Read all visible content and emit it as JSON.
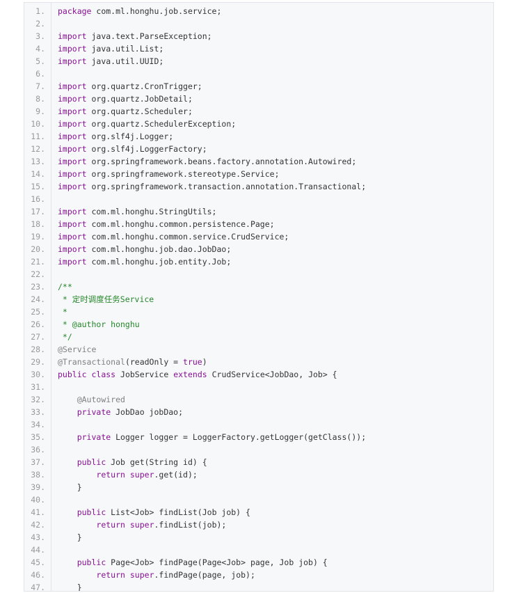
{
  "colors": {
    "keyword": "#871094",
    "comment": "#26872a",
    "annotation": "#808080",
    "text": "#333333",
    "line_number": "#999999"
  },
  "lines": [
    [
      [
        "kw",
        "package"
      ],
      [
        "t",
        " com.ml.honghu.job.service;"
      ]
    ],
    [],
    [
      [
        "kw",
        "import"
      ],
      [
        "t",
        " java.text.ParseException;"
      ]
    ],
    [
      [
        "kw",
        "import"
      ],
      [
        "t",
        " java.util.List;"
      ]
    ],
    [
      [
        "kw",
        "import"
      ],
      [
        "t",
        " java.util.UUID;"
      ]
    ],
    [],
    [
      [
        "kw",
        "import"
      ],
      [
        "t",
        " org.quartz.CronTrigger;"
      ]
    ],
    [
      [
        "kw",
        "import"
      ],
      [
        "t",
        " org.quartz.JobDetail;"
      ]
    ],
    [
      [
        "kw",
        "import"
      ],
      [
        "t",
        " org.quartz.Scheduler;"
      ]
    ],
    [
      [
        "kw",
        "import"
      ],
      [
        "t",
        " org.quartz.SchedulerException;"
      ]
    ],
    [
      [
        "kw",
        "import"
      ],
      [
        "t",
        " org.slf4j.Logger;"
      ]
    ],
    [
      [
        "kw",
        "import"
      ],
      [
        "t",
        " org.slf4j.LoggerFactory;"
      ]
    ],
    [
      [
        "kw",
        "import"
      ],
      [
        "t",
        " org.springframework.beans.factory.annotation.Autowired;"
      ]
    ],
    [
      [
        "kw",
        "import"
      ],
      [
        "t",
        " org.springframework.stereotype.Service;"
      ]
    ],
    [
      [
        "kw",
        "import"
      ],
      [
        "t",
        " org.springframework.transaction.annotation.Transactional;"
      ]
    ],
    [],
    [
      [
        "kw",
        "import"
      ],
      [
        "t",
        " com.ml.honghu.StringUtils;"
      ]
    ],
    [
      [
        "kw",
        "import"
      ],
      [
        "t",
        " com.ml.honghu.common.persistence.Page;"
      ]
    ],
    [
      [
        "kw",
        "import"
      ],
      [
        "t",
        " com.ml.honghu.common.service.CrudService;"
      ]
    ],
    [
      [
        "kw",
        "import"
      ],
      [
        "t",
        " com.ml.honghu.job.dao.JobDao;"
      ]
    ],
    [
      [
        "kw",
        "import"
      ],
      [
        "t",
        " com.ml.honghu.job.entity.Job;"
      ]
    ],
    [],
    [
      [
        "cm",
        "/**"
      ]
    ],
    [
      [
        "cm",
        " * 定时调度任务Service"
      ]
    ],
    [
      [
        "cm",
        " *"
      ]
    ],
    [
      [
        "cm",
        " * @author honghu"
      ]
    ],
    [
      [
        "cm",
        " */"
      ]
    ],
    [
      [
        "an",
        "@Service"
      ]
    ],
    [
      [
        "an",
        "@Transactional"
      ],
      [
        "t",
        "(readOnly = "
      ],
      [
        "kw",
        "true"
      ],
      [
        "t",
        ")"
      ]
    ],
    [
      [
        "kw",
        "public"
      ],
      [
        "t",
        " "
      ],
      [
        "kw",
        "class"
      ],
      [
        "t",
        " JobService "
      ],
      [
        "kw",
        "extends"
      ],
      [
        "t",
        " CrudService<JobDao, Job> {"
      ]
    ],
    [],
    [
      [
        "t",
        "    "
      ],
      [
        "an",
        "@Autowired"
      ]
    ],
    [
      [
        "t",
        "    "
      ],
      [
        "kw",
        "private"
      ],
      [
        "t",
        " JobDao jobDao;"
      ]
    ],
    [],
    [
      [
        "t",
        "    "
      ],
      [
        "kw",
        "private"
      ],
      [
        "t",
        " Logger logger = LoggerFactory.getLogger(getClass());"
      ]
    ],
    [],
    [
      [
        "t",
        "    "
      ],
      [
        "kw",
        "public"
      ],
      [
        "t",
        " Job get(String id) {"
      ]
    ],
    [
      [
        "t",
        "        "
      ],
      [
        "kw",
        "return"
      ],
      [
        "t",
        " "
      ],
      [
        "kw",
        "super"
      ],
      [
        "t",
        ".get(id);"
      ]
    ],
    [
      [
        "t",
        "    }"
      ]
    ],
    [],
    [
      [
        "t",
        "    "
      ],
      [
        "kw",
        "public"
      ],
      [
        "t",
        " List<Job> findList(Job job) {"
      ]
    ],
    [
      [
        "t",
        "        "
      ],
      [
        "kw",
        "return"
      ],
      [
        "t",
        " "
      ],
      [
        "kw",
        "super"
      ],
      [
        "t",
        ".findList(job);"
      ]
    ],
    [
      [
        "t",
        "    }"
      ]
    ],
    [],
    [
      [
        "t",
        "    "
      ],
      [
        "kw",
        "public"
      ],
      [
        "t",
        " Page<Job> findPage(Page<Job> page, Job job) {"
      ]
    ],
    [
      [
        "t",
        "        "
      ],
      [
        "kw",
        "return"
      ],
      [
        "t",
        " "
      ],
      [
        "kw",
        "super"
      ],
      [
        "t",
        ".findPage(page, job);"
      ]
    ],
    [
      [
        "t",
        "    }"
      ]
    ]
  ]
}
